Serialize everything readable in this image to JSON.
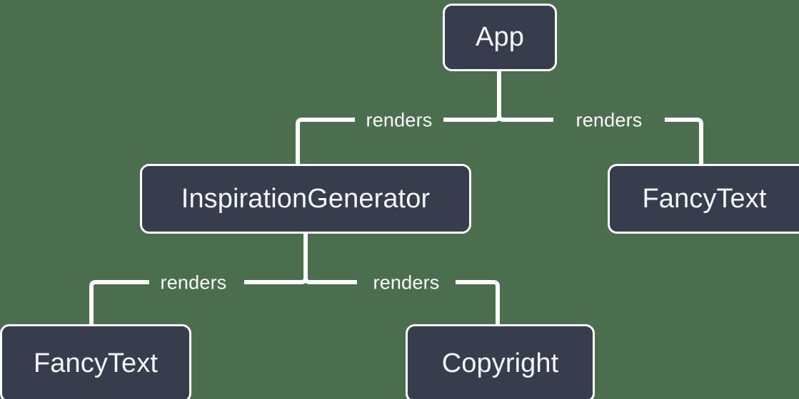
{
  "diagram": {
    "type": "component-render-tree",
    "background_color": "#4a6e4e",
    "node_fill_color": "#373d4d",
    "node_border_color": "#ffffff",
    "edge_color": "#ffffff",
    "label_color": "#ffffff",
    "nodes": [
      {
        "id": "app",
        "label": "App"
      },
      {
        "id": "inspiration-generator",
        "label": "InspirationGenerator"
      },
      {
        "id": "fancy-text-right",
        "label": "FancyText"
      },
      {
        "id": "fancy-text-bottom",
        "label": "FancyText"
      },
      {
        "id": "copyright",
        "label": "Copyright"
      }
    ],
    "edges": [
      {
        "from": "app",
        "to": "inspiration-generator",
        "label": "renders"
      },
      {
        "from": "app",
        "to": "fancy-text-right",
        "label": "renders"
      },
      {
        "from": "inspiration-generator",
        "to": "fancy-text-bottom",
        "label": "renders"
      },
      {
        "from": "inspiration-generator",
        "to": "copyright",
        "label": "renders"
      }
    ]
  }
}
